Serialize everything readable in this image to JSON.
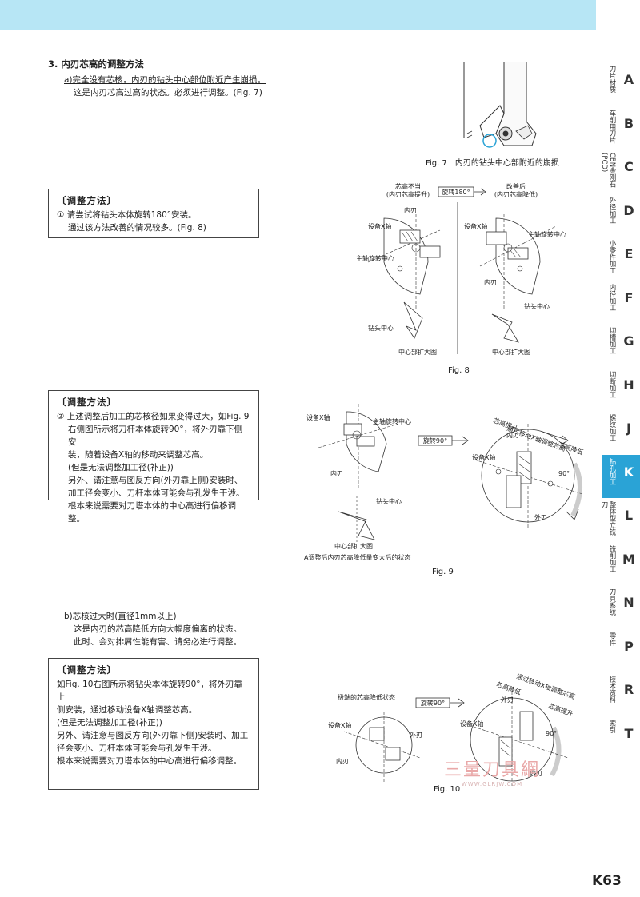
{
  "section": {
    "title": "3. 内刃芯高的调整方法",
    "a_label": "a)完全没有芯核，内刃的钻头中心部位附近产生崩损。",
    "a_desc": "这是内刃芯高过高的状态。必须进行调整。(Fig. 7)",
    "b_label": "b)芯核过大时(直径1mm以上)",
    "b_desc1": "这是内刃的芯高降低方向大幅度偏离的状态。",
    "b_desc2": "此时、会对排屑性能有害、请务必进行调整。"
  },
  "box1": {
    "title": "〔调整方法〕",
    "line1": "① 请尝试将钻头本体旋转180°安装。",
    "line2": "通过该方法改善的情况较多。(Fig. 8)"
  },
  "box2": {
    "title": "〔调整方法〕",
    "lines": [
      "② 上述调整后加工的芯核径如果变得过大，如Fig. 9",
      "右侧图所示将刀杆本体旋转90°，将外刃靠下侧安",
      "装，随着设备X轴的移动来调整芯高。",
      "(但是无法调整加工径(补正))",
      "另外、请注意与图反方向(外刃靠上侧)安装时、",
      "加工径会变小、刀杆本体可能会与孔发生干涉。",
      "根本来说需要对刀塔本体的中心高进行偏移调整。"
    ]
  },
  "box3": {
    "title": "〔调整方法〕",
    "lines": [
      "如Fig. 10右图所示将钻尖本体旋转90°，将外刃靠上",
      "侧安装，通过移动设备X轴调整芯高。",
      "(但是无法调整加工径(补正))",
      "另外、请注意与图反方向(外刃靠下侧)安装时、加工",
      "径会变小、刀杆本体可能会与孔发生干涉。",
      "根本来说需要对刀塔本体的中心高进行偏移调整。"
    ]
  },
  "fig7": {
    "caption": "Fig. 7　内刃的钻头中心部附近的崩损"
  },
  "fig8": {
    "caption": "Fig. 8",
    "left_title": "芯高不当",
    "left_sub": "(内刃芯高提升)",
    "arrow": "旋转180°",
    "right_title": "改善后",
    "right_sub": "(内刃芯高降低)",
    "inner": "内刃",
    "xaxis": "设备X轴",
    "spindle": "主轴旋转中心",
    "tip": "钻头中心",
    "zoom": "中心部扩大图"
  },
  "fig9": {
    "caption": "Fig. 9",
    "xaxis": "设备X轴",
    "spindle": "主轴旋转中心",
    "inner": "内刃",
    "tip": "钻头中心",
    "zoom": "中心部扩大图",
    "note": "A调整后内刃芯高降低量变大后的状态",
    "arrow": "旋转90°",
    "adjust": "通过移动X轴调整芯高",
    "raise": "芯高提升",
    "lower": "芯高降低",
    "outer": "外刃",
    "angle": "90°"
  },
  "fig10": {
    "caption": "Fig. 10",
    "state": "极端的芯高降低状态",
    "arrow": "旋转90°",
    "xaxis": "设备X轴",
    "outer": "外刃",
    "inner": "内刃",
    "adjust": "通过移动X轴调整芯高",
    "lower": "芯高降低",
    "raise": "芯高提升",
    "angle": "90°"
  },
  "sidebar": [
    {
      "jp": "刀片材质",
      "letter": "A"
    },
    {
      "jp": "车削用刀片",
      "letter": "B"
    },
    {
      "jp": "CBN金刚石(PCD)",
      "letter": "C"
    },
    {
      "jp": "外径加工",
      "letter": "D"
    },
    {
      "jp": "小零件加工",
      "letter": "E"
    },
    {
      "jp": "内径加工",
      "letter": "F"
    },
    {
      "jp": "切槽加工",
      "letter": "G"
    },
    {
      "jp": "切断加工",
      "letter": "H"
    },
    {
      "jp": "螺纹加工",
      "letter": "J"
    },
    {
      "jp": "钻孔加工",
      "letter": "K"
    },
    {
      "jp": "整体型立铣刀",
      "letter": "L"
    },
    {
      "jp": "铣削加工",
      "letter": "M"
    },
    {
      "jp": "刀具系统",
      "letter": "N"
    },
    {
      "jp": "零件",
      "letter": "P"
    },
    {
      "jp": "技术资料",
      "letter": "R"
    },
    {
      "jp": "索引",
      "letter": "T"
    }
  ],
  "active_letter": "K",
  "page_number": "K63",
  "watermark": {
    "main": "三量刀具網",
    "sub": "WWW.GLRJW.COM"
  },
  "colors": {
    "topbar": "#b7e6f5",
    "active_tab": "#2aa3d6",
    "highlight_circle": "#2aa3d6"
  }
}
